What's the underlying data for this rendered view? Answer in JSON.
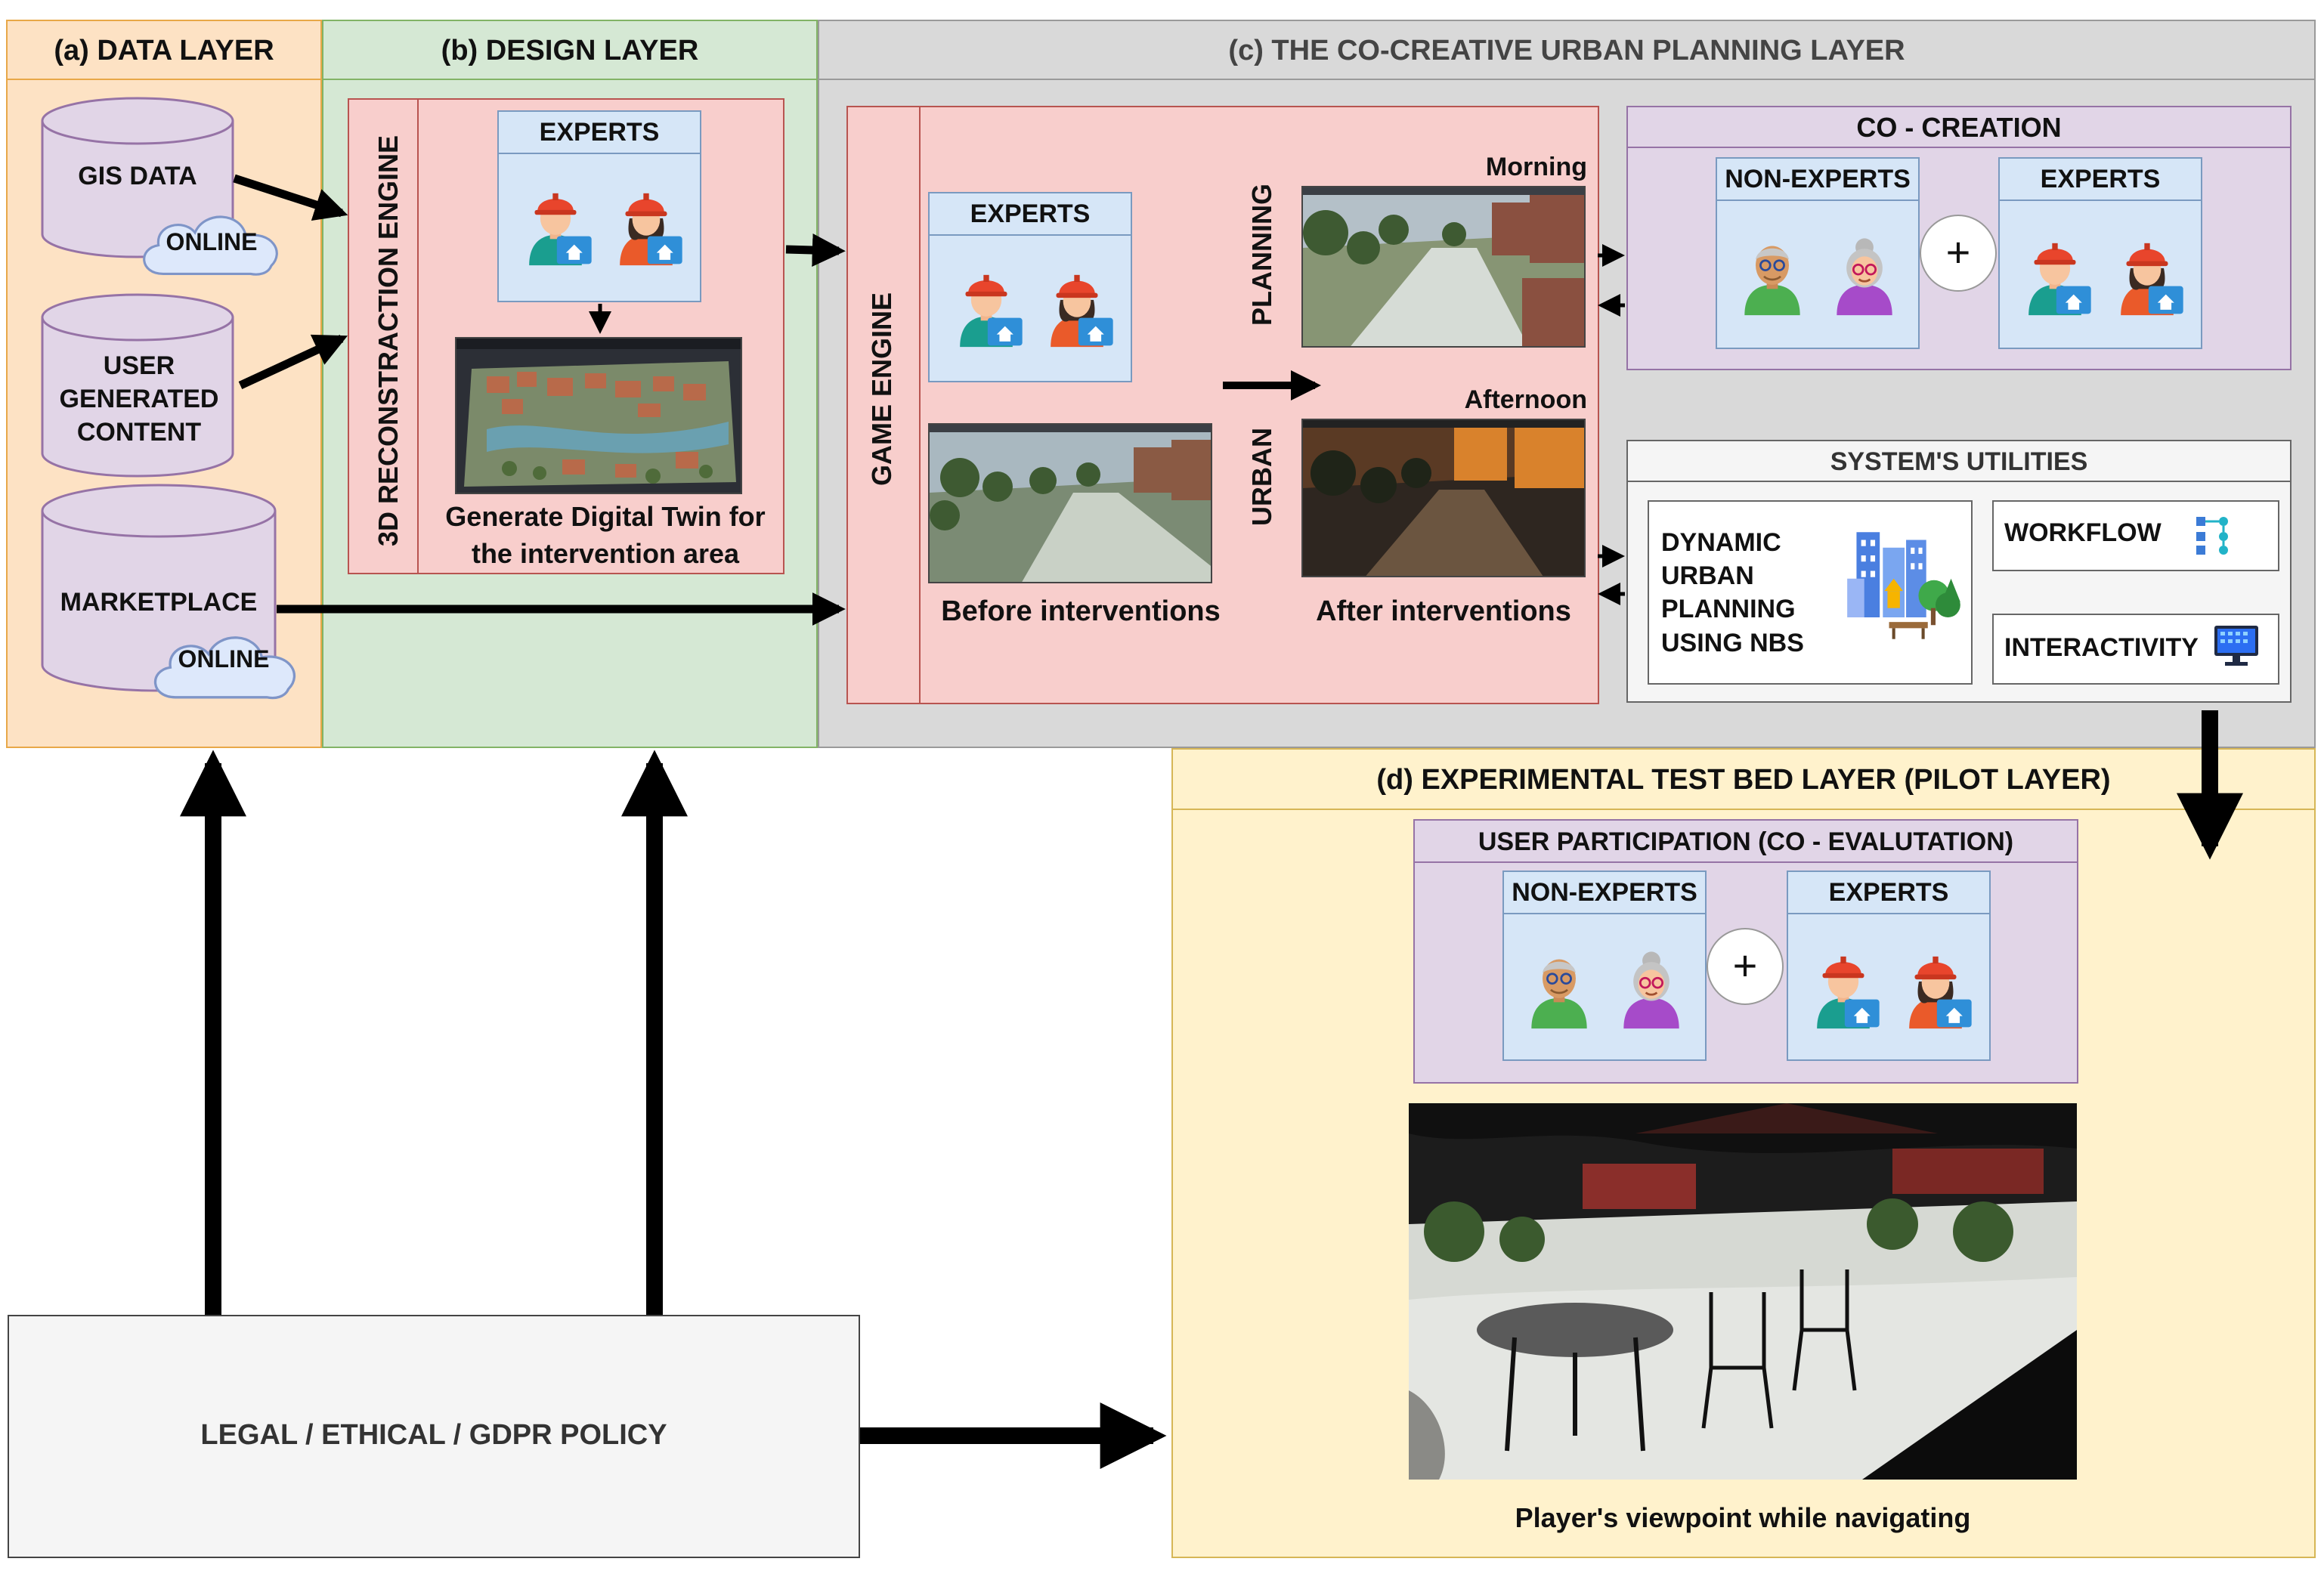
{
  "layers": {
    "data": {
      "title": "(a) DATA LAYER",
      "sources": [
        "GIS DATA",
        "USER GENERATED CONTENT",
        "MARKETPLACE"
      ],
      "online_tag": "ONLINE"
    },
    "design": {
      "title": "(b) DESIGN LAYER",
      "engine_label": "3D RECONSTRACTION ENGINE",
      "experts_label": "EXPERTS",
      "digital_twin_caption": "Generate Digital Twin for the intervention area"
    },
    "cocreative": {
      "title": "(c) THE CO-CREATIVE URBAN PLANNING LAYER",
      "game_engine_label": "GAME ENGINE",
      "experts_label": "EXPERTS",
      "before_caption": "Before interventions",
      "after_caption": "After interventions",
      "planning_label": "PLANNING",
      "urban_label": "URBAN",
      "morning_label": "Morning",
      "afternoon_label": "Afternoon",
      "cocreation": {
        "title": "CO - CREATION",
        "non_experts_label": "NON-EXPERTS",
        "experts_label": "EXPERTS",
        "plus": "+"
      },
      "utilities": {
        "title": "SYSTEM'S UTILITIES",
        "dynamic_label": "DYNAMIC URBAN PLANNING USING NBS",
        "workflow_label": "WORKFLOW",
        "interactivity_label": "INTERACTIVITY"
      }
    },
    "testbed": {
      "title": "(d) EXPERIMENTAL TEST BED LAYER (PILOT LAYER)",
      "participation_title": "USER PARTICIPATION (CO - EVALUTATION)",
      "non_experts_label": "NON-EXPERTS",
      "experts_label": "EXPERTS",
      "plus": "+",
      "viewpoint_caption": "Player's viewpoint while navigating"
    }
  },
  "policy": {
    "label": "LEGAL / ETHICAL / GDPR POLICY"
  },
  "icons": [
    "database-icon",
    "cloud-icon",
    "worker-icon",
    "elder-icon",
    "city-icon",
    "workflow-icon",
    "monitor-icon"
  ],
  "colors": {
    "data_layer": "#fde2c4",
    "design_layer": "#d5e8d4",
    "cocreative_layer": "#d9d9d9",
    "testbed_layer": "#fff2cc",
    "pink_panel": "#f8cecc",
    "purple_panel": "#e1d5e7",
    "blue_box": "#d6e6f7",
    "policy_box": "#f5f5f5"
  }
}
